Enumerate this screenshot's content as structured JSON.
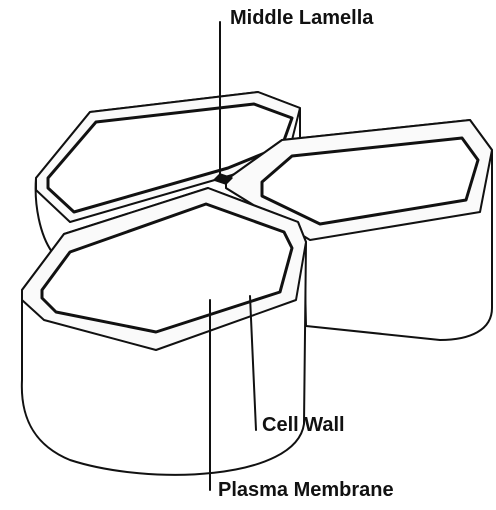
{
  "labels": {
    "middle_lamella": "Middle Lamella",
    "cell_wall": "Cell Wall",
    "plasma_membrane": "Plasma Membrane"
  },
  "colors": {
    "ink": "#111111",
    "cell_fill": "#ffffff",
    "wall_fill": "#f7f7f7"
  }
}
